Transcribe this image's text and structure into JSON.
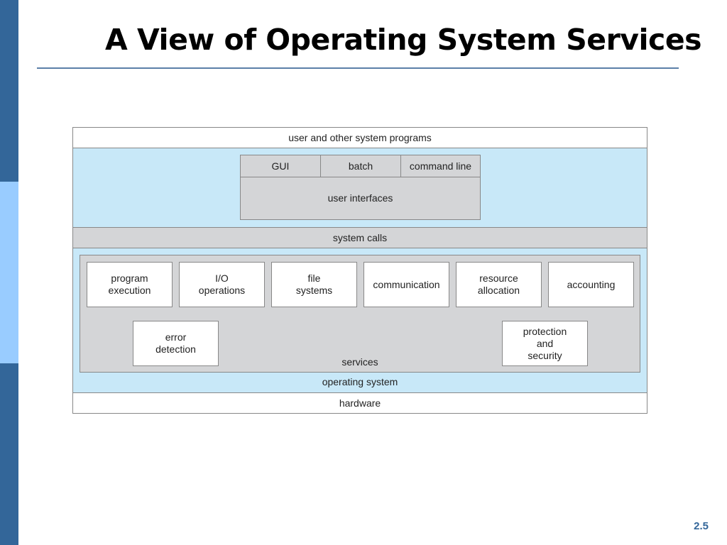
{
  "slide": {
    "title": "A View of Operating System Services",
    "page_number": "2.5"
  },
  "diagram": {
    "user_programs": "user and other system programs",
    "user_interfaces": {
      "items": [
        "GUI",
        "batch",
        "command line"
      ],
      "label": "user interfaces"
    },
    "system_calls": "system calls",
    "services": {
      "label": "services",
      "items": [
        "program\nexecution",
        "I/O\noperations",
        "file\nsystems",
        "communication",
        "resource\nallocation",
        "accounting",
        "error\ndetection",
        "protection\nand\nsecurity"
      ]
    },
    "operating_system": "operating system",
    "hardware": "hardware"
  },
  "colors": {
    "sidebar_dark": "#336699",
    "sidebar_light": "#99ccff",
    "band_blue": "#c8e8f8",
    "band_gray": "#d4d5d7"
  }
}
